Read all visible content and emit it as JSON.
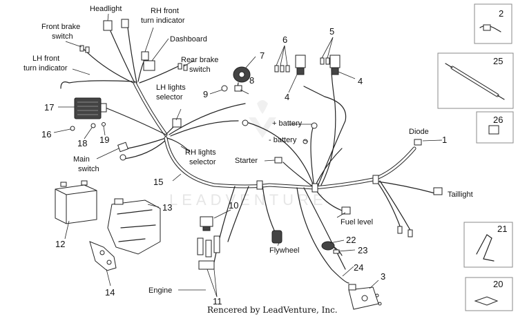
{
  "labels": {
    "headlight": "Headlight",
    "rh_front_turn_1": "RH front",
    "rh_front_turn_2": "turn indicator",
    "front_brake_1": "Front brake",
    "front_brake_2": "switch",
    "dashboard": "Dashboard",
    "rear_brake_1": "Rear brake",
    "rear_brake_2": "switch",
    "lh_front_turn_1": "LH front",
    "lh_front_turn_2": "turn indicator",
    "lh_lights_1": "LH lights",
    "lh_lights_2": "selector",
    "main_switch_1": "Main",
    "main_switch_2": "switch",
    "rh_lights_1": "RH lights",
    "rh_lights_2": "selector",
    "plus_battery": "+  battery",
    "minus_battery": "-  battery",
    "starter": "Starter",
    "diode": "Diode",
    "taillight": "Taillight",
    "fuel_level": "Fuel level",
    "flywheel": "Flywheel",
    "engine": "Engine",
    "watermark": "LEADVENTURE"
  },
  "callouts": {
    "n1": "1",
    "n2": "2",
    "n3": "3",
    "n4a": "4",
    "n4b": "4",
    "n5": "5",
    "n6": "6",
    "n7": "7",
    "n8": "8",
    "n9": "9",
    "n10": "10",
    "n11": "11",
    "n12": "12",
    "n13": "13",
    "n14": "14",
    "n15": "15",
    "n16": "16",
    "n17": "17",
    "n18": "18",
    "n19": "19",
    "n20": "20",
    "n21": "21",
    "n22": "22",
    "n23": "23",
    "n24": "24",
    "n25": "25",
    "n26": "26"
  },
  "footer": "Rencered by LeadVenture, Inc."
}
